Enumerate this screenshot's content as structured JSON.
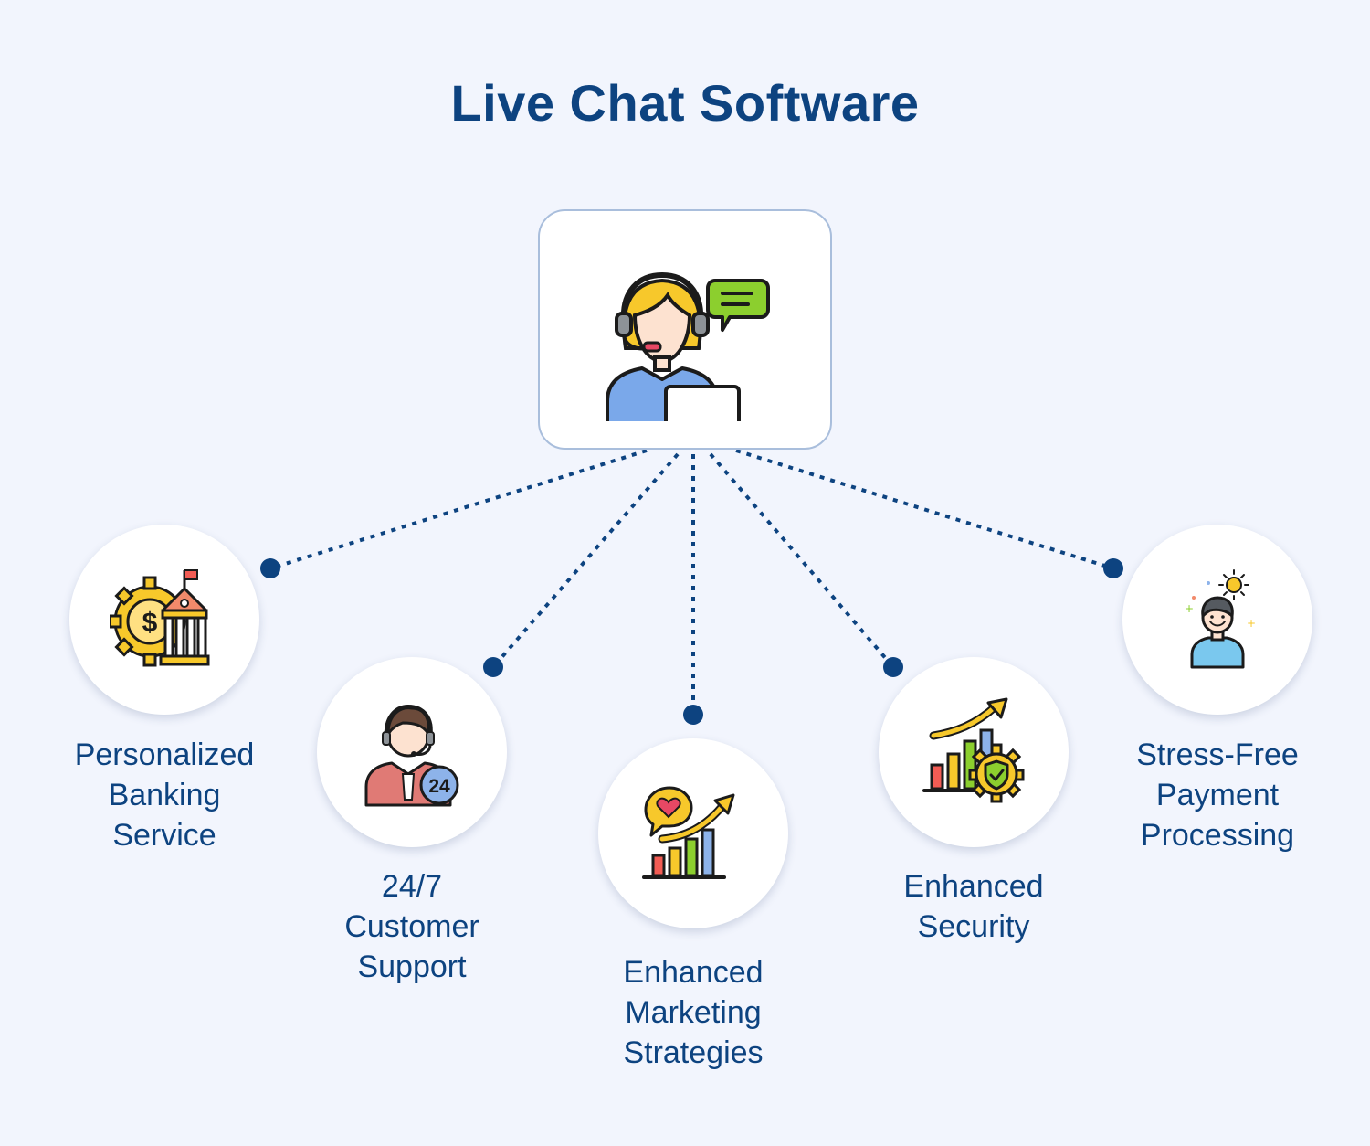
{
  "title": "Live Chat Software",
  "colors": {
    "background": "#f2f5fd",
    "heading": "#0d4380",
    "connector": "#0d4380",
    "hub_border": "#a9bedc"
  },
  "hub": {
    "icon": "customer-service-agent-icon"
  },
  "nodes": [
    {
      "id": "banking",
      "icon": "bank-finance-gear-icon",
      "label_lines": [
        "Personalized",
        "Banking",
        "Service"
      ]
    },
    {
      "id": "support",
      "icon": "support-agent-24-icon",
      "label_lines": [
        "24/7",
        "Customer",
        "Support"
      ]
    },
    {
      "id": "marketing",
      "icon": "marketing-growth-chart-icon",
      "label_lines": [
        "Enhanced",
        "Marketing",
        "Strategies"
      ]
    },
    {
      "id": "security",
      "icon": "security-growth-chart-icon",
      "label_lines": [
        "Enhanced",
        "Security"
      ]
    },
    {
      "id": "payment",
      "icon": "happy-person-icon",
      "label_lines": [
        "Stress-Free",
        "Payment",
        "Processing"
      ]
    }
  ]
}
